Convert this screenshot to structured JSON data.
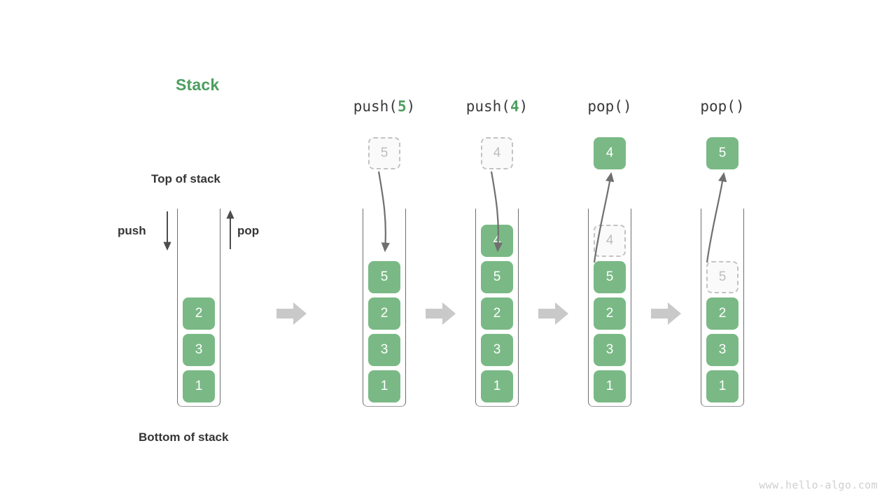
{
  "diagram": {
    "title": "Stack",
    "title_color": "#4d9e5f",
    "accent_color": "#7ab985",
    "watermark": "www.hello-algo.com",
    "labels": {
      "top_of_stack": "Top of stack",
      "bottom_of_stack": "Bottom of stack",
      "push": "push",
      "pop": "pop"
    },
    "initial_stack": {
      "cells": [
        "2",
        "3",
        "1"
      ]
    },
    "steps": [
      {
        "op": "push",
        "header_prefix": "push(",
        "header_arg": "5",
        "header_suffix": ")",
        "floating_value": "5",
        "floating_style": "ghost",
        "arrow_direction": "down",
        "cells": [
          "5",
          "2",
          "3",
          "1"
        ],
        "ghost_index": -1
      },
      {
        "op": "push",
        "header_prefix": "push(",
        "header_arg": "4",
        "header_suffix": ")",
        "floating_value": "4",
        "floating_style": "ghost",
        "arrow_direction": "down",
        "cells": [
          "4",
          "5",
          "2",
          "3",
          "1"
        ],
        "ghost_index": -1
      },
      {
        "op": "pop",
        "header_prefix": "pop(",
        "header_arg": "",
        "header_suffix": ")",
        "floating_value": "4",
        "floating_style": "solid",
        "arrow_direction": "up",
        "cells": [
          "4",
          "5",
          "2",
          "3",
          "1"
        ],
        "ghost_index": 0
      },
      {
        "op": "pop",
        "header_prefix": "pop(",
        "header_arg": "",
        "header_suffix": ")",
        "floating_value": "5",
        "floating_style": "solid",
        "arrow_direction": "up",
        "cells": [
          "5",
          "2",
          "3",
          "1"
        ],
        "ghost_index": 0
      }
    ]
  }
}
